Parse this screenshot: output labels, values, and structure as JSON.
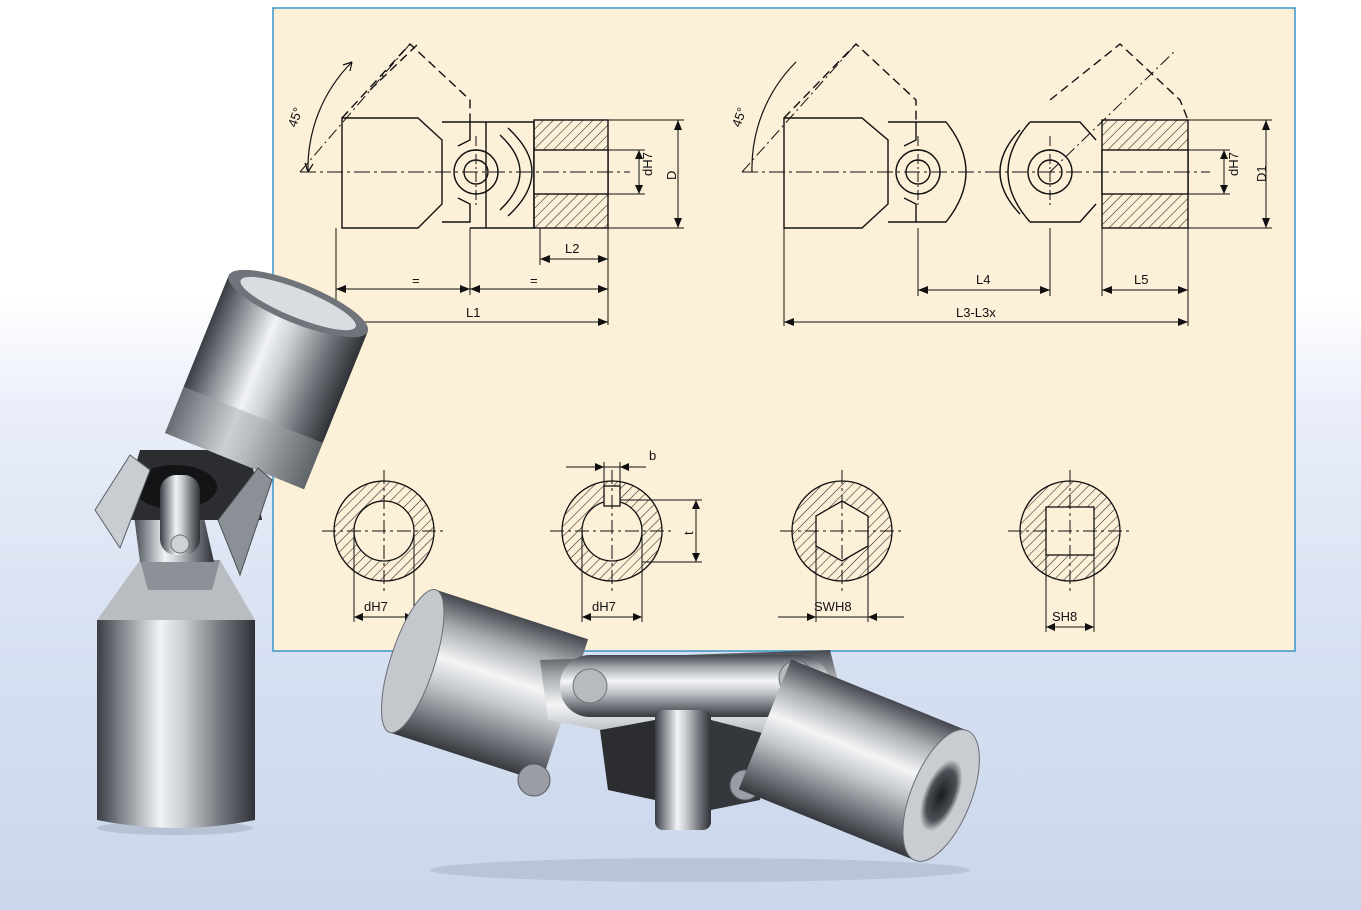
{
  "angle_label": "45°",
  "single_joint": {
    "bore_label": "dH7",
    "outer_label": "D",
    "length_label": "L1",
    "half_left_label": "=",
    "half_right_label": "=",
    "hub_label": "L2"
  },
  "double_joint": {
    "bore_label": "dH7",
    "outer_label": "D1",
    "length_label": "L3-L3x",
    "center_label": "L4",
    "hub_label": "L5"
  },
  "bore_sections": [
    {
      "id": "round",
      "label": "dH7"
    },
    {
      "id": "keyway",
      "label": "dH7",
      "key_width_label": "b",
      "key_depth_label": "t"
    },
    {
      "id": "hex",
      "label": "SWH8"
    },
    {
      "id": "square",
      "label": "SH8"
    }
  ],
  "colors": {
    "drawing_bg": "#fdf0d8",
    "drawing_border": "#2a8fc6",
    "steel_light": "#eef0f2",
    "steel_dark": "#3c4148"
  }
}
